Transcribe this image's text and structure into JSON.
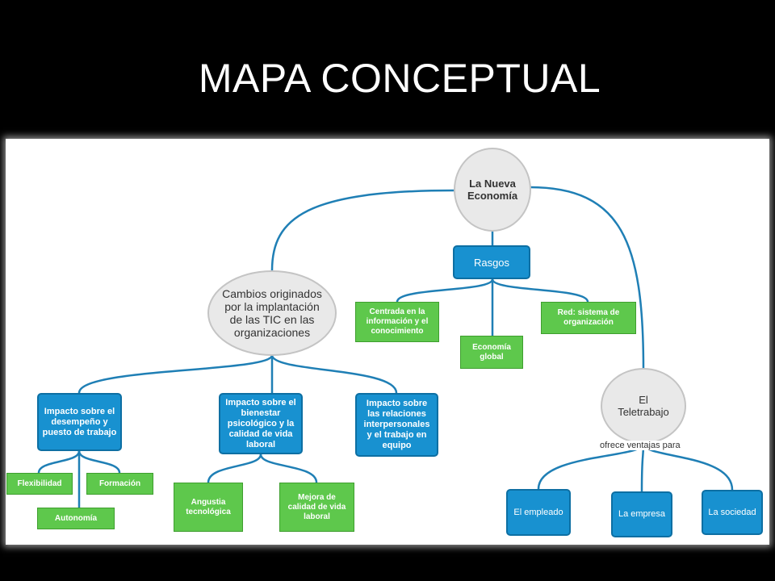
{
  "slide": {
    "title": "MAPA CONCEPTUAL"
  },
  "map": {
    "root": "La Nueva Economía",
    "rasgos": "Rasgos",
    "rasgo_items": [
      "Centrada en la información y el conocimiento",
      "Economía global",
      "Red: sistema de organización"
    ],
    "cambios": "Cambios originados por la implantación de las TIC en las organizaciones",
    "impactos": [
      "Impacto sobre el desempeño y puesto de trabajo",
      "Impacto sobre el bienestar psicológico y la calidad de vida laboral",
      "Impacto sobre las relaciones interpersonales y el trabajo en equipo"
    ],
    "desempeno_items": [
      "Flexibilidad",
      "Formación",
      "Autonomía"
    ],
    "bienestar_items": [
      "Angustia tecnológica",
      "Mejora de calidad de vida laboral"
    ],
    "teletrabajo": "El Teletrabajo",
    "teletrabajo_link": "ofrece ventajas para",
    "ventajas": [
      "El empleado",
      "La empresa",
      "La sociedad"
    ]
  },
  "colors": {
    "concept_fill": "#e9e9e9",
    "blue_node": "#1891d0",
    "green_node": "#5ec84c",
    "connector": "#1f7fb5"
  }
}
